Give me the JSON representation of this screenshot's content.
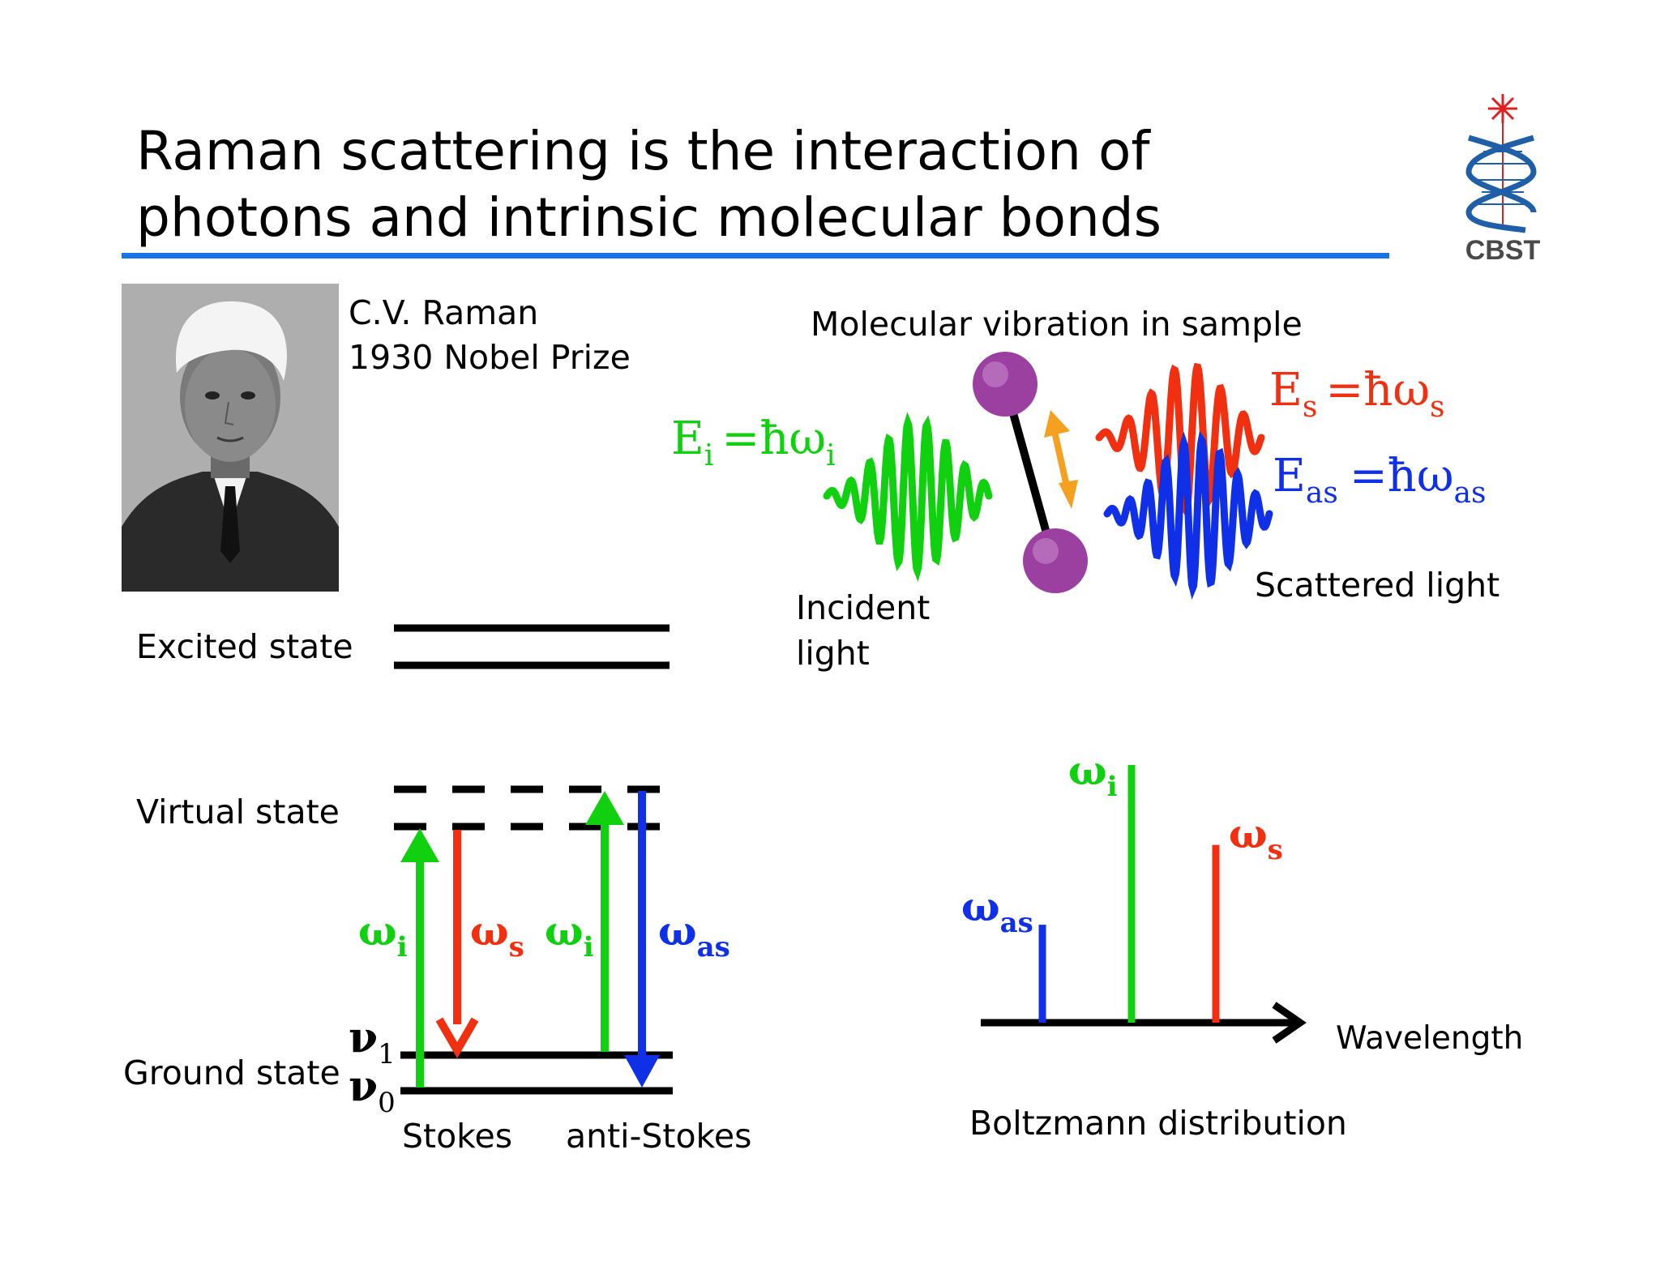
{
  "slide": {
    "title_line1": "Raman scattering is the interaction of",
    "title_line2": "photons and intrinsic molecular bonds",
    "accent_color": "#1a73e8"
  },
  "logo": {
    "text": "CBST",
    "icon": "dna-laser-logo"
  },
  "portrait": {
    "name": "C.V. Raman",
    "caption": "1930 Nobel Prize"
  },
  "molecule": {
    "heading": "Molecular vibration in sample",
    "incident_label_line1": "Incident",
    "incident_label_line2": "light",
    "scattered_label": "Scattered light",
    "eq_incident": {
      "E": "E",
      "sub": "i",
      "rhs": "=ħω",
      "rhs_sub": "i"
    },
    "eq_stokes": {
      "E": "E",
      "sub": "s",
      "rhs": "=ħω",
      "rhs_sub": "s"
    },
    "eq_antistokes": {
      "E": "E",
      "sub": "as",
      "rhs": "=ħω",
      "rhs_sub": "as"
    }
  },
  "energy_diagram": {
    "excited_state": "Excited state",
    "virtual_state": "Virtual state",
    "ground_state": "Ground state",
    "nu1": "ν",
    "nu1_sub": "1",
    "nu0": "ν",
    "nu0_sub": "0",
    "stokes": "Stokes",
    "anti_stokes": "anti-Stokes",
    "omega": "ω",
    "sub_i": "i",
    "sub_s": "s",
    "sub_as": "as"
  },
  "spectrum": {
    "x_label": "Wavelength",
    "caption": "Boltzmann distribution",
    "omega": "ω",
    "sub_i": "i",
    "sub_s": "s",
    "sub_as": "as"
  },
  "chart_data": {
    "type": "bar",
    "categories": [
      "ωas",
      "ωi",
      "ωs"
    ],
    "values": [
      0.38,
      1.0,
      0.69
    ],
    "xlabel": "Wavelength",
    "ylabel": "",
    "colors": [
      "#1030e8",
      "#10d010",
      "#f03010"
    ]
  },
  "colors": {
    "green": "#10d010",
    "red": "#f03010",
    "blue": "#1030e8",
    "orange": "#f5a020",
    "purple": "#9b3fa0"
  }
}
